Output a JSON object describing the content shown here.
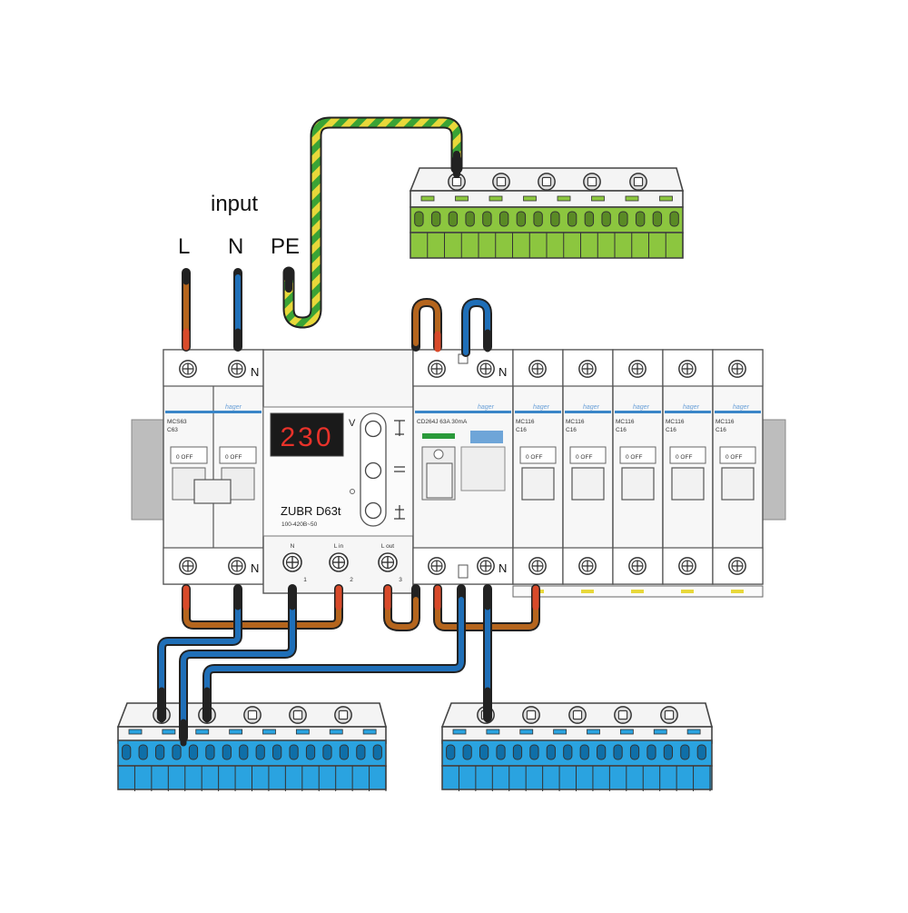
{
  "labels": {
    "input": "input",
    "L": "L",
    "N": "N",
    "PE": "PE"
  },
  "relay": {
    "display": "230",
    "unit": "V",
    "model": "ZUBR D63t",
    "spec": "100-420В~50",
    "terminals": [
      {
        "name": "N",
        "num": "1"
      },
      {
        "name": "L in",
        "num": "2"
      },
      {
        "name": "L out",
        "num": "3"
      }
    ],
    "buttons": [
      "⊤ +",
      "=",
      "⊥ −"
    ]
  },
  "breaker_main": {
    "model": "MCS63",
    "rating": "C63",
    "brand": "hager",
    "neutral_mark": "N",
    "switch": "0 OFF"
  },
  "rcd": {
    "model": "CD264J 63A 30mA",
    "brand": "hager",
    "neutral_mark": "N"
  },
  "breakers": [
    {
      "model": "MC116",
      "rating": "C16",
      "brand": "hager",
      "switch": "0 OFF"
    },
    {
      "model": "MC116",
      "rating": "C16",
      "brand": "hager",
      "switch": "0 OFF"
    },
    {
      "model": "MC116",
      "rating": "C16",
      "brand": "hager",
      "switch": "0 OFF"
    },
    {
      "model": "MC116",
      "rating": "C16",
      "brand": "hager",
      "switch": "0 OFF"
    },
    {
      "model": "MC116",
      "rating": "C16",
      "brand": "hager",
      "switch": "0 OFF"
    }
  ],
  "colors": {
    "phase_wire": "#b5651d",
    "neutral_wire": "#1f6fb8",
    "ground_green": "#3aa335",
    "ground_yellow": "#e8d83a",
    "display_bg": "#1a1a1a",
    "display_digits": "#e8322a",
    "pe_bus": "#8cc63f",
    "neutral_bus": "#2aa3e0"
  }
}
